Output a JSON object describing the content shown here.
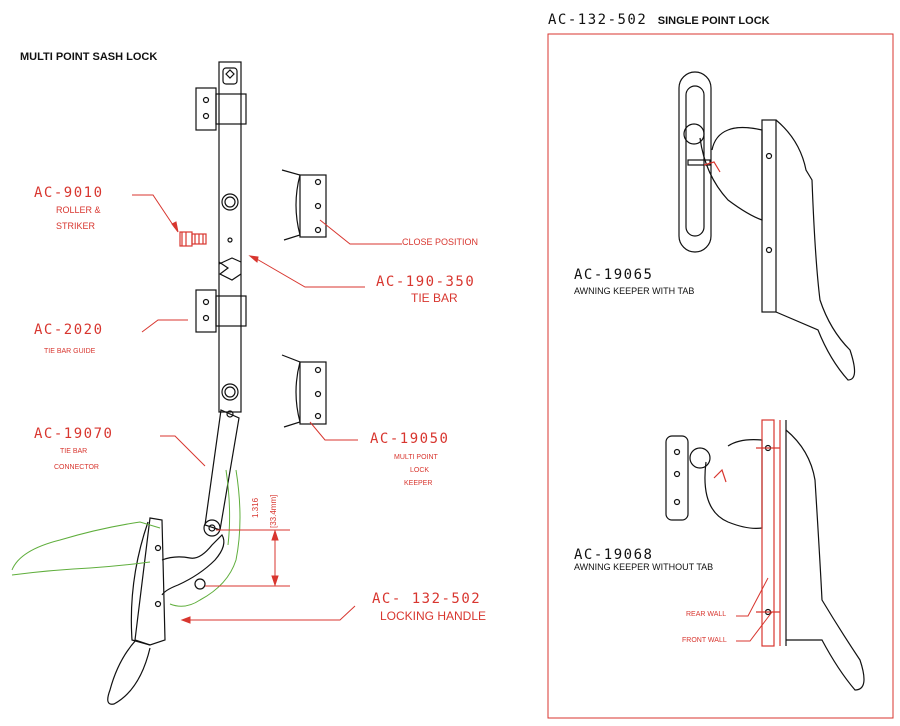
{
  "left_title": "MULTI  POINT SASH LOCK",
  "right_title_code": "AC-132-502",
  "right_title_text": "SINGLE POINT LOCK",
  "roller": {
    "code": "AC-9010",
    "line1": "ROLLER &",
    "line2": "STRIKER"
  },
  "close_position": "CLOSE POSITION",
  "tie_bar": {
    "code": "AC-190-350",
    "desc": "TIE BAR"
  },
  "tie_bar_guide": {
    "code": "AC-2020",
    "desc": "TIE BAR GUIDE"
  },
  "connector": {
    "code": "AC-19070",
    "line1": "TIE BAR",
    "line2": "CONNECTOR"
  },
  "keeper": {
    "code": "AC-19050",
    "line1": "MULTI POINT",
    "line2": "LOCK",
    "line3": "KEEPER"
  },
  "dimension": {
    "value": "1.316",
    "metric": "[33.4mm]"
  },
  "handle": {
    "code": "AC- 132-502",
    "desc": "LOCKING HANDLE"
  },
  "awning_tab": {
    "code": "AC-19065",
    "desc": "AWNING KEEPER WITH TAB"
  },
  "awning_notab": {
    "code": "AC-19068",
    "desc": "AWNING KEEPER WITHOUT TAB"
  },
  "rear_wall": "REAR WALL",
  "front_wall": "FRONT WALL",
  "colors": {
    "red": "#d8362f",
    "green": "#5fae3c",
    "black": "#111111"
  }
}
